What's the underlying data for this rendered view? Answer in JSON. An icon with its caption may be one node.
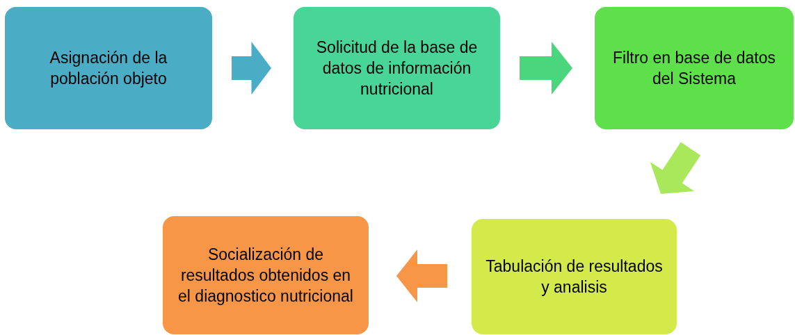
{
  "diagram": {
    "nodes": [
      {
        "text": [
          "Asignación de la población objeto"
        ]
      },
      {
        "text": [
          "Solicitud de la base de datos de información nutricional"
        ]
      },
      {
        "text": [
          "Filtro en base de datos del Sistema"
        ]
      },
      {
        "text": [
          "Tabulación de resultados y analisis"
        ]
      },
      {
        "text": [
          "Socialización de resultados obtenidos en el diagnostico nutricional"
        ]
      }
    ],
    "edges": [
      {
        "from": 0,
        "to": 1,
        "arrow": "to",
        "color": "#4bacc6"
      },
      {
        "from": 1,
        "to": 2,
        "arrow": "to",
        "color": "#4bd67e"
      },
      {
        "from": 2,
        "to": 3,
        "arrow": "to",
        "color": "#a8e85a"
      },
      {
        "from": 3,
        "to": 4,
        "arrow": "to",
        "color": "#f79646"
      }
    ]
  }
}
